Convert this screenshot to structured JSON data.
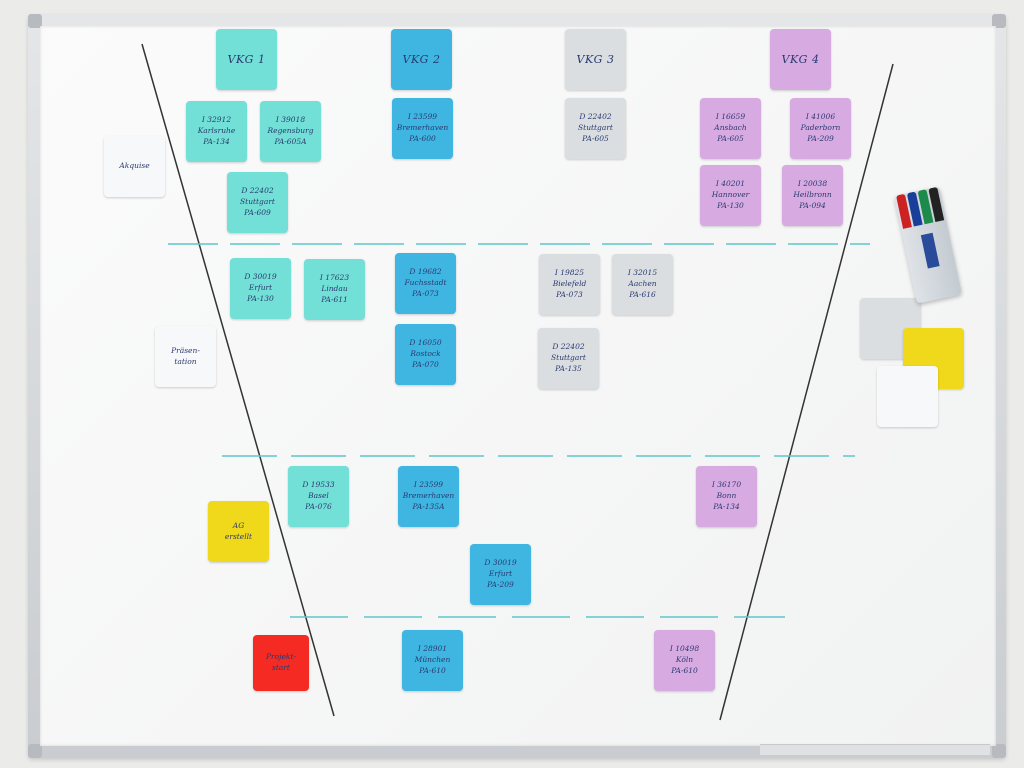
{
  "board": {
    "headers": [
      {
        "label": "VKG 1",
        "color": "#72e0d6"
      },
      {
        "label": "VKG 2",
        "color": "#3fb6e2"
      },
      {
        "label": "VKG 3",
        "color": "#dadee1"
      },
      {
        "label": "VKG 4",
        "color": "#d8aae2"
      }
    ],
    "phases": [
      {
        "label": "Akquise",
        "color": "#f7f8f9"
      },
      {
        "label": "Präsen-\ntation",
        "color": "#f7f8f9"
      },
      {
        "label": "AG\nerstellt",
        "color": "#f0d81a"
      },
      {
        "label": "Projekt-\nstart",
        "color": "#f52a22"
      }
    ],
    "notes": [
      {
        "text": "I 32912\nKarlsruhe\nPA-134",
        "color": "#72e0d6"
      },
      {
        "text": "I 39018\nRegensburg\nPA-605A",
        "color": "#72e0d6"
      },
      {
        "text": "D 22402\nStuttgart\nPA-609",
        "color": "#72e0d6"
      },
      {
        "text": "I 23599\nBremerhaven\nPA-600",
        "color": "#3fb6e2"
      },
      {
        "text": "D 22402\nStuttgart\nPA-605",
        "color": "#dadee1"
      },
      {
        "text": "I 16659\nAnsbach\nPA-605",
        "color": "#d8aae2"
      },
      {
        "text": "I 41006\nPaderborn\nPA-209",
        "color": "#d8aae2"
      },
      {
        "text": "I 40201\nHannover\nPA-130",
        "color": "#d8aae2"
      },
      {
        "text": "I 20038\nHeilbronn\nPA-094",
        "color": "#d8aae2"
      },
      {
        "text": "D 30019\nErfurt\nPA-130",
        "color": "#72e0d6"
      },
      {
        "text": "I 17623\nLindau\nPA-611",
        "color": "#72e0d6"
      },
      {
        "text": "D 19682\nFuchsstadt\nPA-073",
        "color": "#3fb6e2"
      },
      {
        "text": "D 16050\nRostock\nPA-070",
        "color": "#3fb6e2"
      },
      {
        "text": "I 19825\nBielefeld\nPA-073",
        "color": "#dadee1"
      },
      {
        "text": "I 32015\nAachen\nPA-616",
        "color": "#dadee1"
      },
      {
        "text": "D 22402\nStuttgart\nPA-135",
        "color": "#dadee1"
      },
      {
        "text": "D 19533\nBasel\nPA-076",
        "color": "#72e0d6"
      },
      {
        "text": "I 23599\nBremerhaven\nPA-135A",
        "color": "#3fb6e2"
      },
      {
        "text": "I 36170\nBonn\nPA-134",
        "color": "#d8aae2"
      },
      {
        "text": "D 30019\nErfurt\nPA-209",
        "color": "#3fb6e2"
      },
      {
        "text": "I 28901\nMünchen\nPA-610",
        "color": "#3fb6e2"
      },
      {
        "text": "I 10498\nKöln\nPA-610",
        "color": "#d8aae2"
      }
    ],
    "spare_notes": [
      {
        "color": "#dadee1"
      },
      {
        "color": "#f0d81a"
      },
      {
        "color": "#f7f8f9"
      }
    ]
  }
}
